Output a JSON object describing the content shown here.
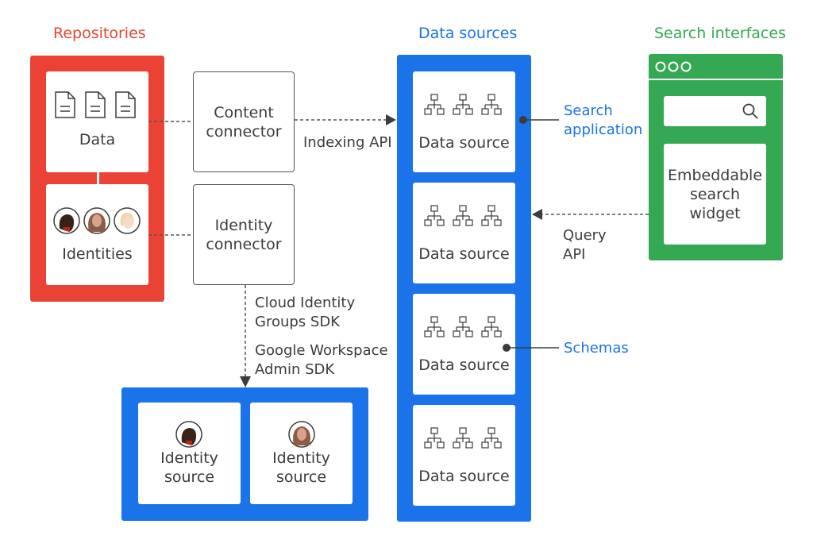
{
  "sections": {
    "repositories": "Repositories",
    "data_sources": "Data sources",
    "search_interfaces": "Search interfaces"
  },
  "repositories": {
    "data_label": "Data",
    "identities_label": "Identities"
  },
  "connectors": {
    "content_line1": "Content",
    "content_line2": "connector",
    "identity_line1": "Identity",
    "identity_line2": "connector"
  },
  "apis": {
    "indexing": "Indexing API",
    "query_line1": "Query",
    "query_line2": "API",
    "cloud_identity_line1": "Cloud Identity",
    "cloud_identity_line2": "Groups SDK",
    "workspace_line1": "Google Workspace",
    "workspace_line2": "Admin SDK"
  },
  "data_sources": [
    {
      "label": "Data source"
    },
    {
      "label": "Data source"
    },
    {
      "label": "Data source"
    },
    {
      "label": "Data source"
    }
  ],
  "callouts": {
    "search_app_line1": "Search",
    "search_app_line2": "application",
    "schemas": "Schemas"
  },
  "search_interface": {
    "widget_line1": "Embeddable",
    "widget_line2": "search",
    "widget_line3": "widget"
  },
  "identity_sources": [
    {
      "line1": "Identity",
      "line2": "source"
    },
    {
      "line1": "Identity",
      "line2": "source"
    }
  ],
  "colors": {
    "red": "#ea4335",
    "blue": "#1a73e8",
    "green": "#34a853",
    "text": "#3c3c3c"
  }
}
